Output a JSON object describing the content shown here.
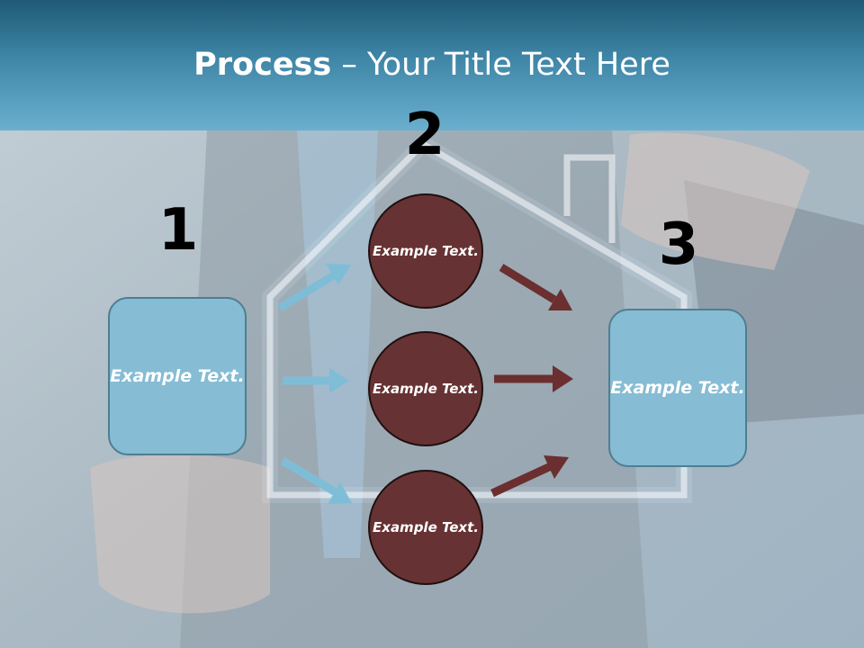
{
  "title": {
    "bold": "Process",
    "rest": " – Your Title Text Here"
  },
  "steps": {
    "one": "1",
    "two": "2",
    "three": "3"
  },
  "nodes": {
    "left_box": "Example Text.",
    "circle_top": "Example Text.",
    "circle_middle": "Example Text.",
    "circle_bottom": "Example Text.",
    "right_box": "Example Text."
  },
  "colors": {
    "header": "#3f86a7",
    "box_fill": "#86bcd4",
    "circle_fill": "#673233",
    "arrow_blue": "#7fbdd6",
    "arrow_maroon": "#6b2f30"
  }
}
